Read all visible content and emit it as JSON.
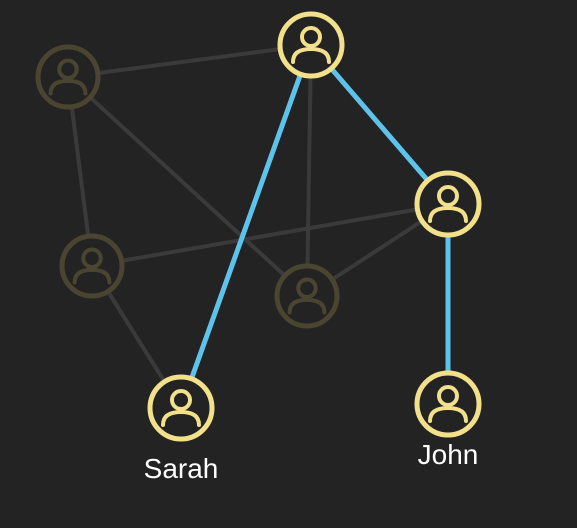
{
  "colors": {
    "background": "#232323",
    "active_node": "#f2e08a",
    "dim_node": "#4a4530",
    "highlight_edge": "#5ec3ea",
    "dim_edge": "#3a3a3a"
  },
  "icon": "user-avatar-icon",
  "nodes": [
    {
      "id": "n1",
      "label": "",
      "state": "dim"
    },
    {
      "id": "n2",
      "label": "",
      "state": "active"
    },
    {
      "id": "n3",
      "label": "",
      "state": "active"
    },
    {
      "id": "n4",
      "label": "",
      "state": "dim"
    },
    {
      "id": "n5",
      "label": "",
      "state": "dim"
    },
    {
      "id": "sarah",
      "label": "Sarah",
      "state": "active"
    },
    {
      "id": "john",
      "label": "John",
      "state": "active"
    }
  ],
  "edges": [
    {
      "from": "n1",
      "to": "n2",
      "highlighted": false
    },
    {
      "from": "n1",
      "to": "n4",
      "highlighted": false
    },
    {
      "from": "n1",
      "to": "n5",
      "highlighted": false
    },
    {
      "from": "n4",
      "to": "n3",
      "highlighted": false
    },
    {
      "from": "n4",
      "to": "sarah",
      "highlighted": false
    },
    {
      "from": "n2",
      "to": "n5",
      "highlighted": false
    },
    {
      "from": "n3",
      "to": "n5",
      "highlighted": false
    },
    {
      "from": "n2",
      "to": "sarah",
      "highlighted": true
    },
    {
      "from": "n2",
      "to": "n3",
      "highlighted": true
    },
    {
      "from": "n3",
      "to": "john",
      "highlighted": true
    }
  ]
}
